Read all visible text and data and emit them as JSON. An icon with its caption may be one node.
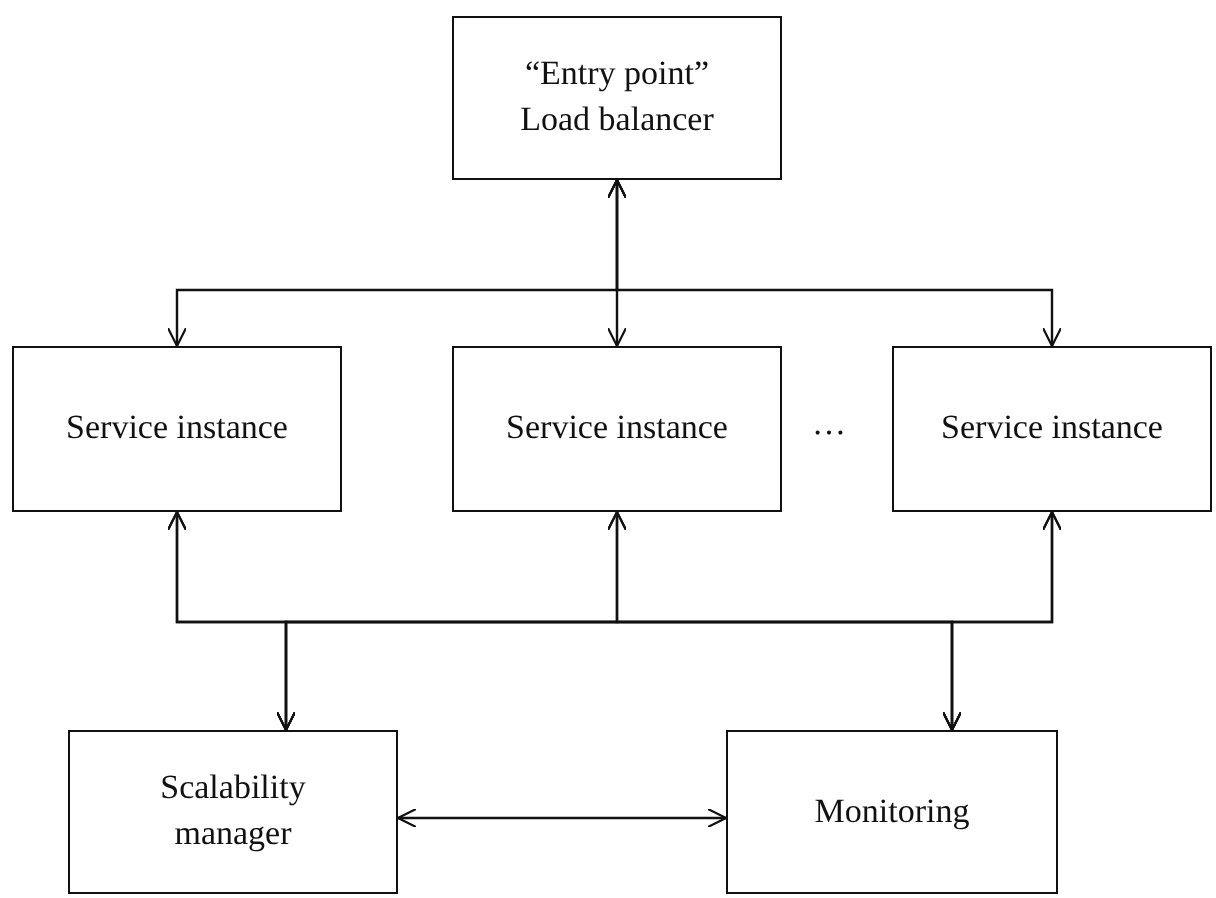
{
  "diagram": {
    "nodes": [
      {
        "text": [
          "“Entry point”",
          "Load balancer"
        ]
      },
      {
        "text": [
          "Service instance"
        ]
      },
      {
        "text": [
          "Service instance"
        ]
      },
      {
        "text": [
          "Service instance"
        ]
      },
      {
        "text": [
          "Scalability manager"
        ]
      },
      {
        "text": [
          "Monitoring"
        ]
      }
    ],
    "edges": [
      {
        "from": 0,
        "to": 1,
        "arrow": "both"
      },
      {
        "from": 0,
        "to": 2,
        "arrow": "both"
      },
      {
        "from": 0,
        "to": 3,
        "arrow": "both"
      },
      {
        "from": 4,
        "to": 1,
        "arrow": "both"
      },
      {
        "from": 4,
        "to": 2,
        "arrow": "both"
      },
      {
        "from": 4,
        "to": 3,
        "arrow": "both"
      },
      {
        "from": 5,
        "to": 1,
        "arrow": "both"
      },
      {
        "from": 5,
        "to": 2,
        "arrow": "both"
      },
      {
        "from": 5,
        "to": 3,
        "arrow": "both"
      },
      {
        "from": 4,
        "to": 5,
        "arrow": "both"
      }
    ],
    "labels": [
      "…"
    ]
  }
}
